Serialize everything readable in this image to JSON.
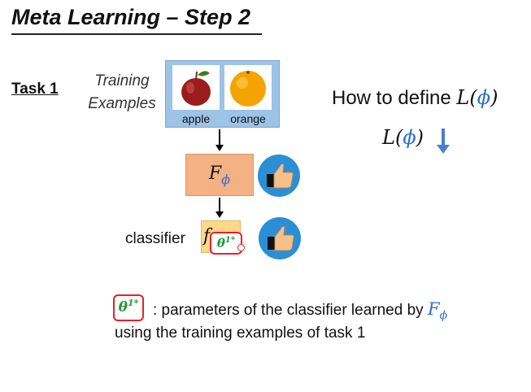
{
  "slide": {
    "title": "Meta Learning – Step 2",
    "task_label": "Task 1",
    "training_label_line1": "Training",
    "training_label_line2": "Examples",
    "examples": [
      {
        "label": "apple",
        "icon": "apple-image"
      },
      {
        "label": "orange",
        "icon": "orange-image"
      }
    ],
    "feature_module": {
      "symbol": "F",
      "subscript": "ϕ"
    },
    "classifier_label": "classifier",
    "classifier_symbol": "f",
    "theta_symbol": "θ",
    "theta_superscript": "1*",
    "howto_text": "How to define ",
    "loss_symbol": "L",
    "loss_arg": "ϕ",
    "note_line1_prefix": ": parameters of the classifier learned by ",
    "note_symbol": "F",
    "note_subscript": "ϕ",
    "note_line2": "using the training examples of task 1",
    "colors": {
      "examples_panel": "#9dc3e6",
      "feature_box": "#f4b183",
      "classifier_box": "#ffd88a",
      "theta_highlight": "#e8202a",
      "theta_text": "#1f9a3a",
      "symbol_blue": "#2a6fd6",
      "thumb_circle": "#2b8fd6"
    }
  }
}
